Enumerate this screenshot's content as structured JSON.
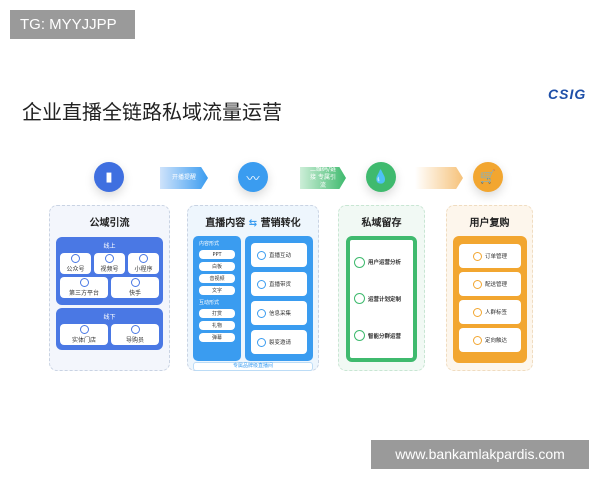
{
  "tag": "TG: MYYJJPP",
  "watermark": "www.bankamlakpardis.com",
  "title": "企业直播全链路私域流量运营",
  "logo": "CSIG",
  "arrows": [
    "开播提醒",
    "二维码/链接 专属引流",
    ""
  ],
  "icons": [
    "document-icon",
    "chart-line-icon",
    "water-drop-icon",
    "cart-icon"
  ],
  "colors": {
    "blue": "#3f6fe0",
    "sky": "#3a9cf0",
    "green": "#3fba6e",
    "orange": "#f2a630"
  },
  "col1": {
    "title": "公域引流",
    "online": "线上",
    "online_items": [
      "公众号",
      "视频号",
      "小程序",
      "第三方平台",
      "快手"
    ],
    "offline": "线下",
    "offline_items": [
      "实体门店",
      "导购员"
    ]
  },
  "col2": {
    "title_a": "直播内容",
    "link": "⇆",
    "title_b": "营销转化",
    "content_label": "内容形式",
    "content_items": [
      "PPT",
      "白板",
      "音视频",
      "文字"
    ],
    "interact_label": "互动形式",
    "interact_items": [
      "打赏",
      "礼物",
      "弹幕"
    ],
    "right_items": [
      "直播互动",
      "直播带货",
      "信息采集",
      "裂变邀请"
    ],
    "footer": "专属品牌级直播间"
  },
  "col3": {
    "title": "私域留存",
    "items": [
      "用户运营分析",
      "运营计划定制",
      "智能分群运营"
    ]
  },
  "col4": {
    "title": "用户复购",
    "items": [
      "订单管理",
      "配送管理",
      "人群标签",
      "定向触达"
    ]
  }
}
